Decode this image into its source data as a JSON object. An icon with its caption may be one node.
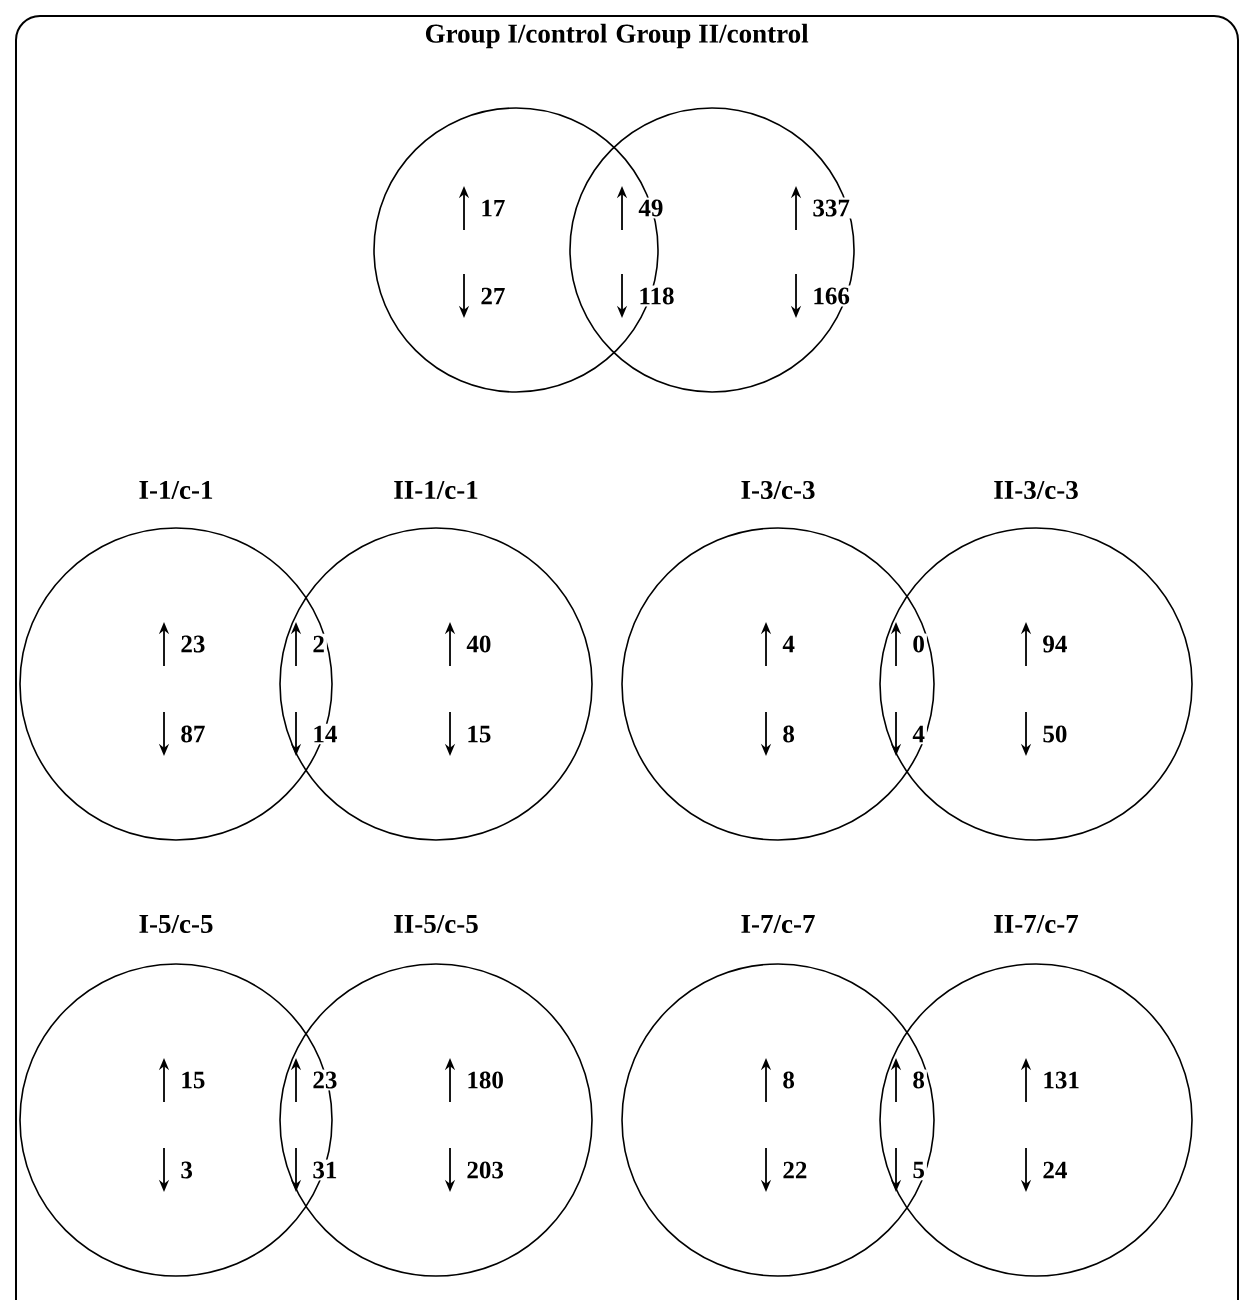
{
  "diagram": {
    "nodes": [
      {
        "text": [
          "Group I/control"
        ]
      },
      {
        "text": [
          "Group II/control"
        ]
      },
      {
        "text": [
          "I-1/c-1"
        ]
      },
      {
        "text": [
          "II-1/c-1"
        ]
      },
      {
        "text": [
          "I-3/c-3"
        ]
      },
      {
        "text": [
          "II-3/c-3"
        ]
      },
      {
        "text": [
          "I-5/c-5"
        ]
      },
      {
        "text": [
          "II-5/c-5"
        ]
      },
      {
        "text": [
          "I-7/c-7"
        ]
      },
      {
        "text": [
          "II-7/c-7"
        ]
      }
    ],
    "edges": [],
    "labels": [
      "17",
      "27",
      "49",
      "118",
      "337",
      "166",
      "23",
      "87",
      "2",
      "14",
      "40",
      "15",
      "4",
      "8",
      "0",
      "4",
      "94",
      "50",
      "15",
      "3",
      "23",
      "31",
      "180",
      "203",
      "8",
      "22",
      "8",
      "5",
      "131",
      "24"
    ]
  }
}
